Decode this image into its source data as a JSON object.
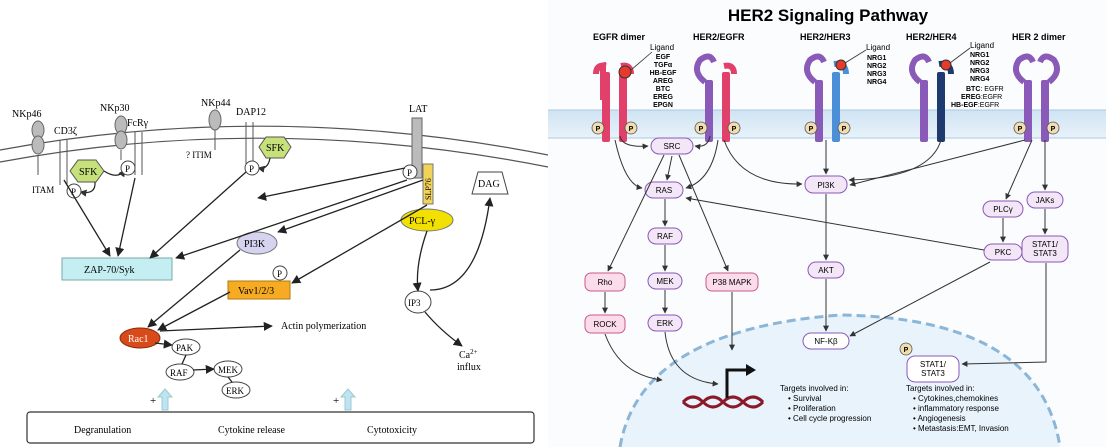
{
  "left": {
    "receptors": {
      "nkp46": "NKp46",
      "cd3z": "CD3ζ",
      "nkp30": "NKp30",
      "fcry": "FcRγ",
      "nkp44": "NKp44",
      "dap12": "DAP12",
      "lat": "LAT"
    },
    "labels": {
      "itam": "ITAM",
      "itim": "? ITIM",
      "sfk": "SFK",
      "p": "P",
      "slp76": "SLP76",
      "plcg": "PCL-γ",
      "dag": "DAG",
      "ip3": "IP3",
      "ca": "Ca",
      "ca_sup": "2+",
      "influx": "influx",
      "zap70": "ZAP-70/Syk",
      "pi3k": "PI3K",
      "vav": "Vav1/2/3",
      "rac1": "Rac1",
      "actin": "Actin polymerization",
      "pak": "PAK",
      "raf": "RAF",
      "mek": "MEK",
      "erk": "ERK",
      "plus": "+"
    },
    "outcomes": [
      "Degranulation",
      "Cytokine release",
      "Cytotoxicity"
    ]
  },
  "right": {
    "title": "HER2 Signaling Pathway",
    "receptor_headers": [
      "EGFR dimer",
      "HER2/EGFR",
      "HER2/HER3",
      "HER2/HER4",
      "HER 2 dimer"
    ],
    "ligand_label": "Ligand",
    "egfr_ligands": [
      "EGF",
      "TGFα",
      "HB-EGF",
      "AREG",
      "BTC",
      "EREG",
      "EPGN"
    ],
    "her3_ligands": [
      "NRG1",
      "NRG2",
      "NRG3",
      "NRG4"
    ],
    "her4_ligands": [
      "NRG1",
      "NRG2",
      "NRG3",
      "NRG4"
    ],
    "her4_extra": [
      {
        "name": "BTC",
        "sep": ": ",
        "target": "EGFR"
      },
      {
        "name": "EREG",
        "sep": ":",
        "target": "EGFR"
      },
      {
        "name": "HB-EGF",
        "sep": ":",
        "target": "EGFR"
      }
    ],
    "p": "P",
    "nodes": {
      "src": "SRC",
      "ras": "RAS",
      "raf": "RAF",
      "mek": "MEK",
      "erk": "ERK",
      "rho": "Rho",
      "rock": "ROCK",
      "p38": "P38 MAPK",
      "pi3k": "PI3K",
      "akt": "AKT",
      "nfkb": "NF-Kβ",
      "plcg": "PLCγ",
      "pkc": "PKC",
      "jaks": "JAKs",
      "stat_top": "STAT1/\nSTAT3",
      "stat_nuc": "STAT1/\nSTAT3"
    },
    "targets_left": {
      "heading": "Targets involved in:",
      "items": [
        "Survival",
        "Proliferation",
        "Cell cycle progression"
      ]
    },
    "targets_right": {
      "heading": "Targets involved in:",
      "items": [
        "Cytokines,chemokines",
        "inflammatory response",
        "Angiogenesis",
        "Metastasis:EMT, Invasion"
      ]
    }
  }
}
